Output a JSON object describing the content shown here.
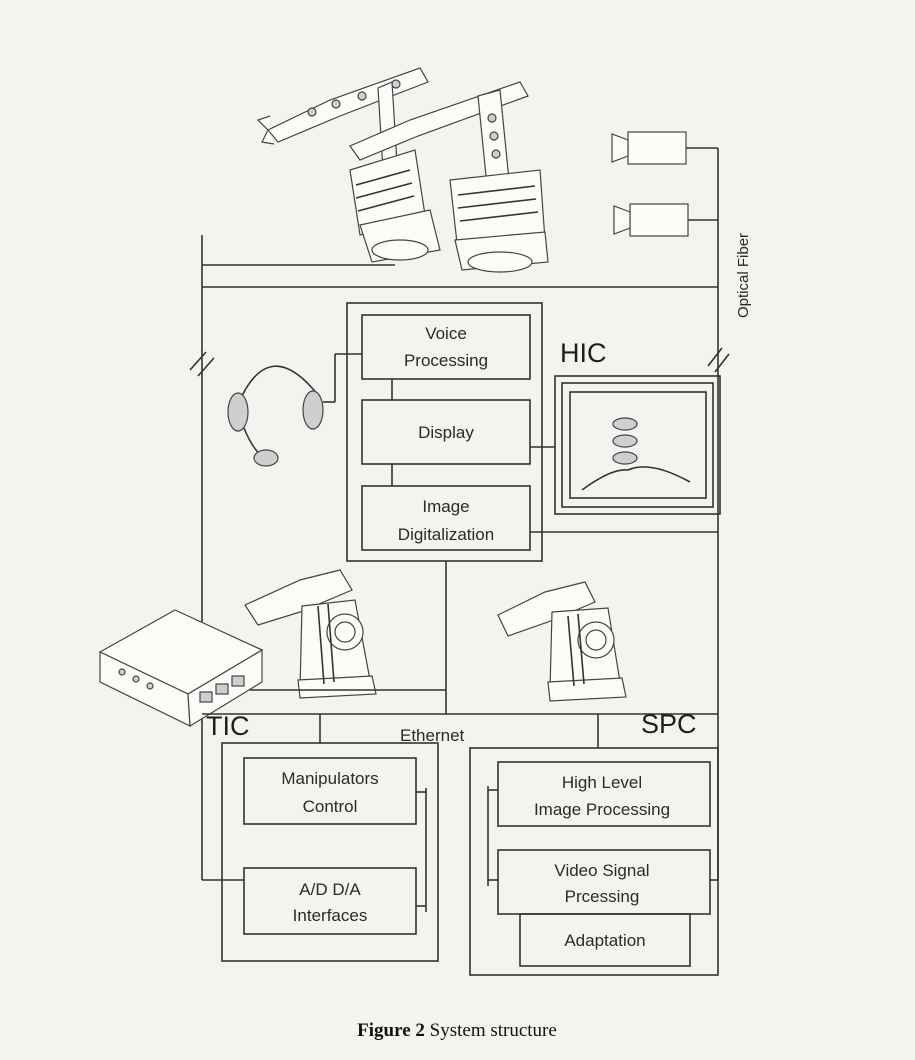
{
  "diagram": {
    "labels": {
      "hic": "HIC",
      "tic": "TIC",
      "spc": "SPC",
      "ethernet": "Ethernet",
      "optical_fiber": "Optical Fiber"
    },
    "hic_blocks": {
      "voice_line1": "Voice",
      "voice_line2": "Processing",
      "display": "Display",
      "image_line1": "Image",
      "image_line2": "Digitalization"
    },
    "tic_blocks": {
      "manip_line1": "Manipulators",
      "manip_line2": "Control",
      "ad_line1": "A/D  D/A",
      "ad_line2": "Interfaces"
    },
    "spc_blocks": {
      "hl_line1": "High Level",
      "hl_line2": "Image Processing",
      "vs_line1": "Video Signal",
      "vs_line2": "Prcessing",
      "adaptation": "Adaptation"
    }
  },
  "caption": {
    "prefix": "Figure 2",
    "text": " System structure"
  }
}
